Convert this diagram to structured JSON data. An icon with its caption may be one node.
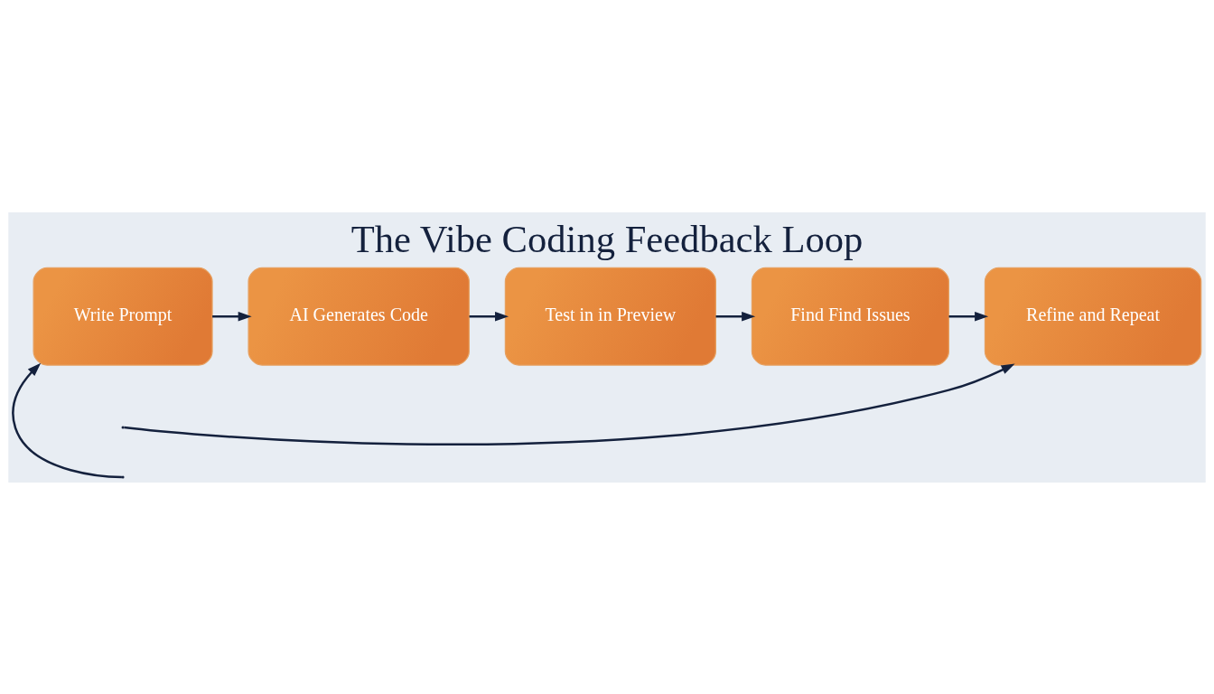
{
  "diagram": {
    "title": "The Vibe Coding Feedback Loop",
    "nodes": [
      {
        "text": [
          "Write Prompt"
        ]
      },
      {
        "text": [
          "AI Generates Code"
        ]
      },
      {
        "text": [
          "Test in in Preview"
        ]
      },
      {
        "text": [
          "Find Find Issues"
        ]
      },
      {
        "text": [
          "Refine and Repeat"
        ]
      }
    ],
    "edges": [
      {
        "from": 0,
        "to": 1,
        "arrow": "to"
      },
      {
        "from": 1,
        "to": 2,
        "arrow": "to"
      },
      {
        "from": 2,
        "to": 3,
        "arrow": "to"
      },
      {
        "from": 3,
        "to": 4,
        "arrow": "to"
      },
      {
        "from": null,
        "to": 4,
        "arrow": "to"
      },
      {
        "from": null,
        "to": 0,
        "arrow": "to"
      }
    ]
  }
}
